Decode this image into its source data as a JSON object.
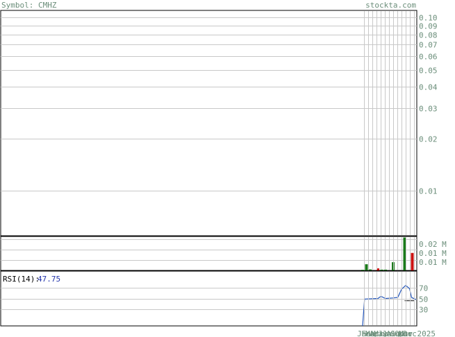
{
  "header": {
    "symbol_label": "Symbol: CMHZ",
    "site_label": "stockta.com"
  },
  "colors": {
    "text": "#6b8e7a",
    "grid": "#c8c8c8",
    "frame": "#000000",
    "volume_up": "#1a7a1a",
    "volume_down": "#cc1111",
    "rsi_line": "#2255bb",
    "rsi_value": "#2233aa"
  },
  "chart_data": [
    {
      "type": "line",
      "title": "",
      "axis": {
        "scale": "log",
        "ylim": [
          0.0055,
          0.11
        ],
        "ticks": [
          0.1,
          0.09,
          0.08,
          0.07,
          0.06,
          0.05,
          0.04,
          0.03,
          0.02,
          0.01
        ],
        "tick_labels": [
          "0.10",
          "0.09",
          "0.08",
          "0.07",
          "0.06",
          "0.05",
          "0.04",
          "0.03",
          "0.02",
          "0.01"
        ]
      },
      "series": []
    },
    {
      "type": "bar",
      "axis": {
        "ylim": [
          0,
          0.033
        ],
        "tick_labels": [
          "0.02 M",
          "0.01 M",
          "0.01 M"
        ]
      },
      "values": [
        {
          "period": 0,
          "value": 0.0006,
          "direction": "up"
        },
        {
          "period": 1,
          "value": 0.006,
          "direction": "up"
        },
        {
          "period": 2,
          "value": 0.001,
          "direction": "up"
        },
        {
          "period": 4,
          "value": 0.002,
          "direction": "down"
        },
        {
          "period": 5,
          "value": 0.0008,
          "direction": "up"
        },
        {
          "period": 6,
          "value": 0.0008,
          "direction": "up"
        },
        {
          "period": 8,
          "value": 0.008,
          "direction": "up"
        },
        {
          "period": 11,
          "value": 0.032,
          "direction": "up"
        },
        {
          "period": 13,
          "value": 0.017,
          "direction": "down"
        }
      ]
    },
    {
      "type": "line",
      "label": "RSI(14):",
      "value_label": "47.75",
      "axis": {
        "ylim": [
          0,
          100
        ],
        "ticks": [
          70,
          50,
          30
        ],
        "tick_labels": [
          "70",
          "50",
          "30"
        ]
      },
      "series": [
        {
          "values": [
            {
              "period": 0,
              "value": 0
            },
            {
              "period": 0.5,
              "value": 49
            },
            {
              "period": 4,
              "value": 50
            },
            {
              "period": 4.8,
              "value": 54
            },
            {
              "period": 6,
              "value": 50
            },
            {
              "period": 8,
              "value": 51
            },
            {
              "period": 9.2,
              "value": 52
            },
            {
              "period": 10.2,
              "value": 67
            },
            {
              "period": 11.3,
              "value": 74
            },
            {
              "period": 12.3,
              "value": 68
            },
            {
              "period": 12.8,
              "value": 52
            },
            {
              "period": 14,
              "value": 48
            }
          ]
        },
        {
          "values": [
            {
              "period": 11,
              "value": 46
            },
            {
              "period": 13.5,
              "value": 46
            }
          ]
        }
      ]
    }
  ],
  "x_axis": {
    "labels": [
      "Jan",
      "Feb",
      "Mar",
      "Apr",
      "May",
      "Jun",
      "Jul",
      "Aug",
      "Sep",
      "Oct",
      "Nov",
      "Dec",
      "Mar 2025"
    ]
  }
}
